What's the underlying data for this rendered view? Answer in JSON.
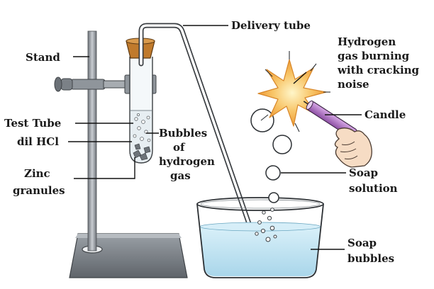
{
  "labels": {
    "stand": "Stand",
    "test_tube": "Test Tube",
    "dil_hcl": "dil HCl",
    "zinc_1": "Zinc",
    "zinc_2": "granules",
    "bubbles_1": "Bubbles",
    "bubbles_2": "of",
    "bubbles_3": "hydrogen",
    "bubbles_4": "gas",
    "delivery_tube": "Delivery tube",
    "burning_1": "Hydrogen",
    "burning_2": "gas burning",
    "burning_3": "with cracking",
    "burning_4": "noise",
    "candle": "Candle",
    "soap_sol_1": "Soap",
    "soap_sol_2": "solution",
    "soap_bub_1": "Soap",
    "soap_bub_2": "bubbles"
  },
  "colors": {
    "stand": "#8a8f95",
    "stand_base": "#7d8288",
    "cork": "#c07a2c",
    "soap_water": "#bfe3f2",
    "flame": "#f4b04a",
    "candle": "#a56bb8"
  }
}
